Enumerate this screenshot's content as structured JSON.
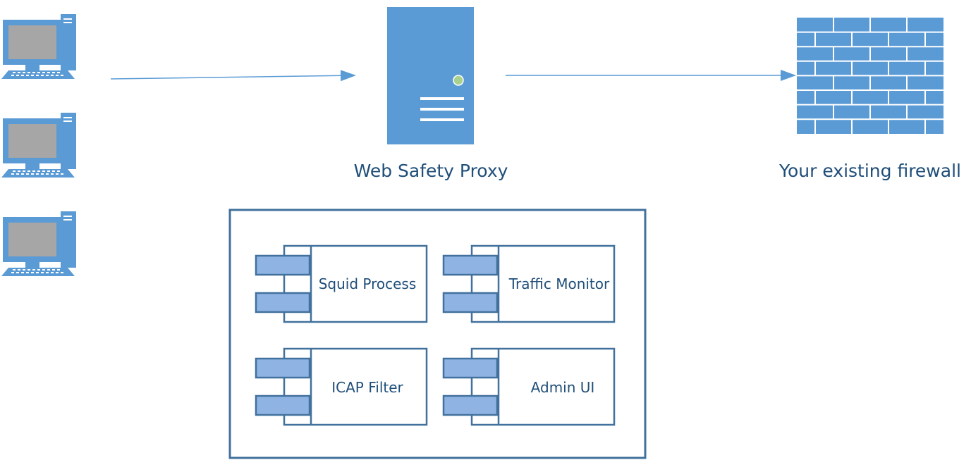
{
  "proxy": {
    "label": "Web Safety Proxy"
  },
  "firewall": {
    "label": "Your existing firewall"
  },
  "clients": [
    {
      "icon": "desktop-computer-icon"
    },
    {
      "icon": "desktop-computer-icon"
    },
    {
      "icon": "desktop-computer-icon"
    }
  ],
  "components": [
    {
      "label": "Squid Process",
      "icon": "component-icon"
    },
    {
      "label": "Traffic Monitor",
      "icon": "component-icon"
    },
    {
      "label": "ICAP Filter",
      "icon": "component-icon"
    },
    {
      "label": "Admin UI",
      "icon": "component-icon"
    }
  ],
  "colors": {
    "icon_fill": "#5b9bd5",
    "icon_stroke": "#41719c",
    "outline": "#41719c",
    "text": "#1f4e79",
    "screen": "#a6a6a6",
    "tab_fill": "#8fb4e3",
    "led": "#a9d18e"
  }
}
